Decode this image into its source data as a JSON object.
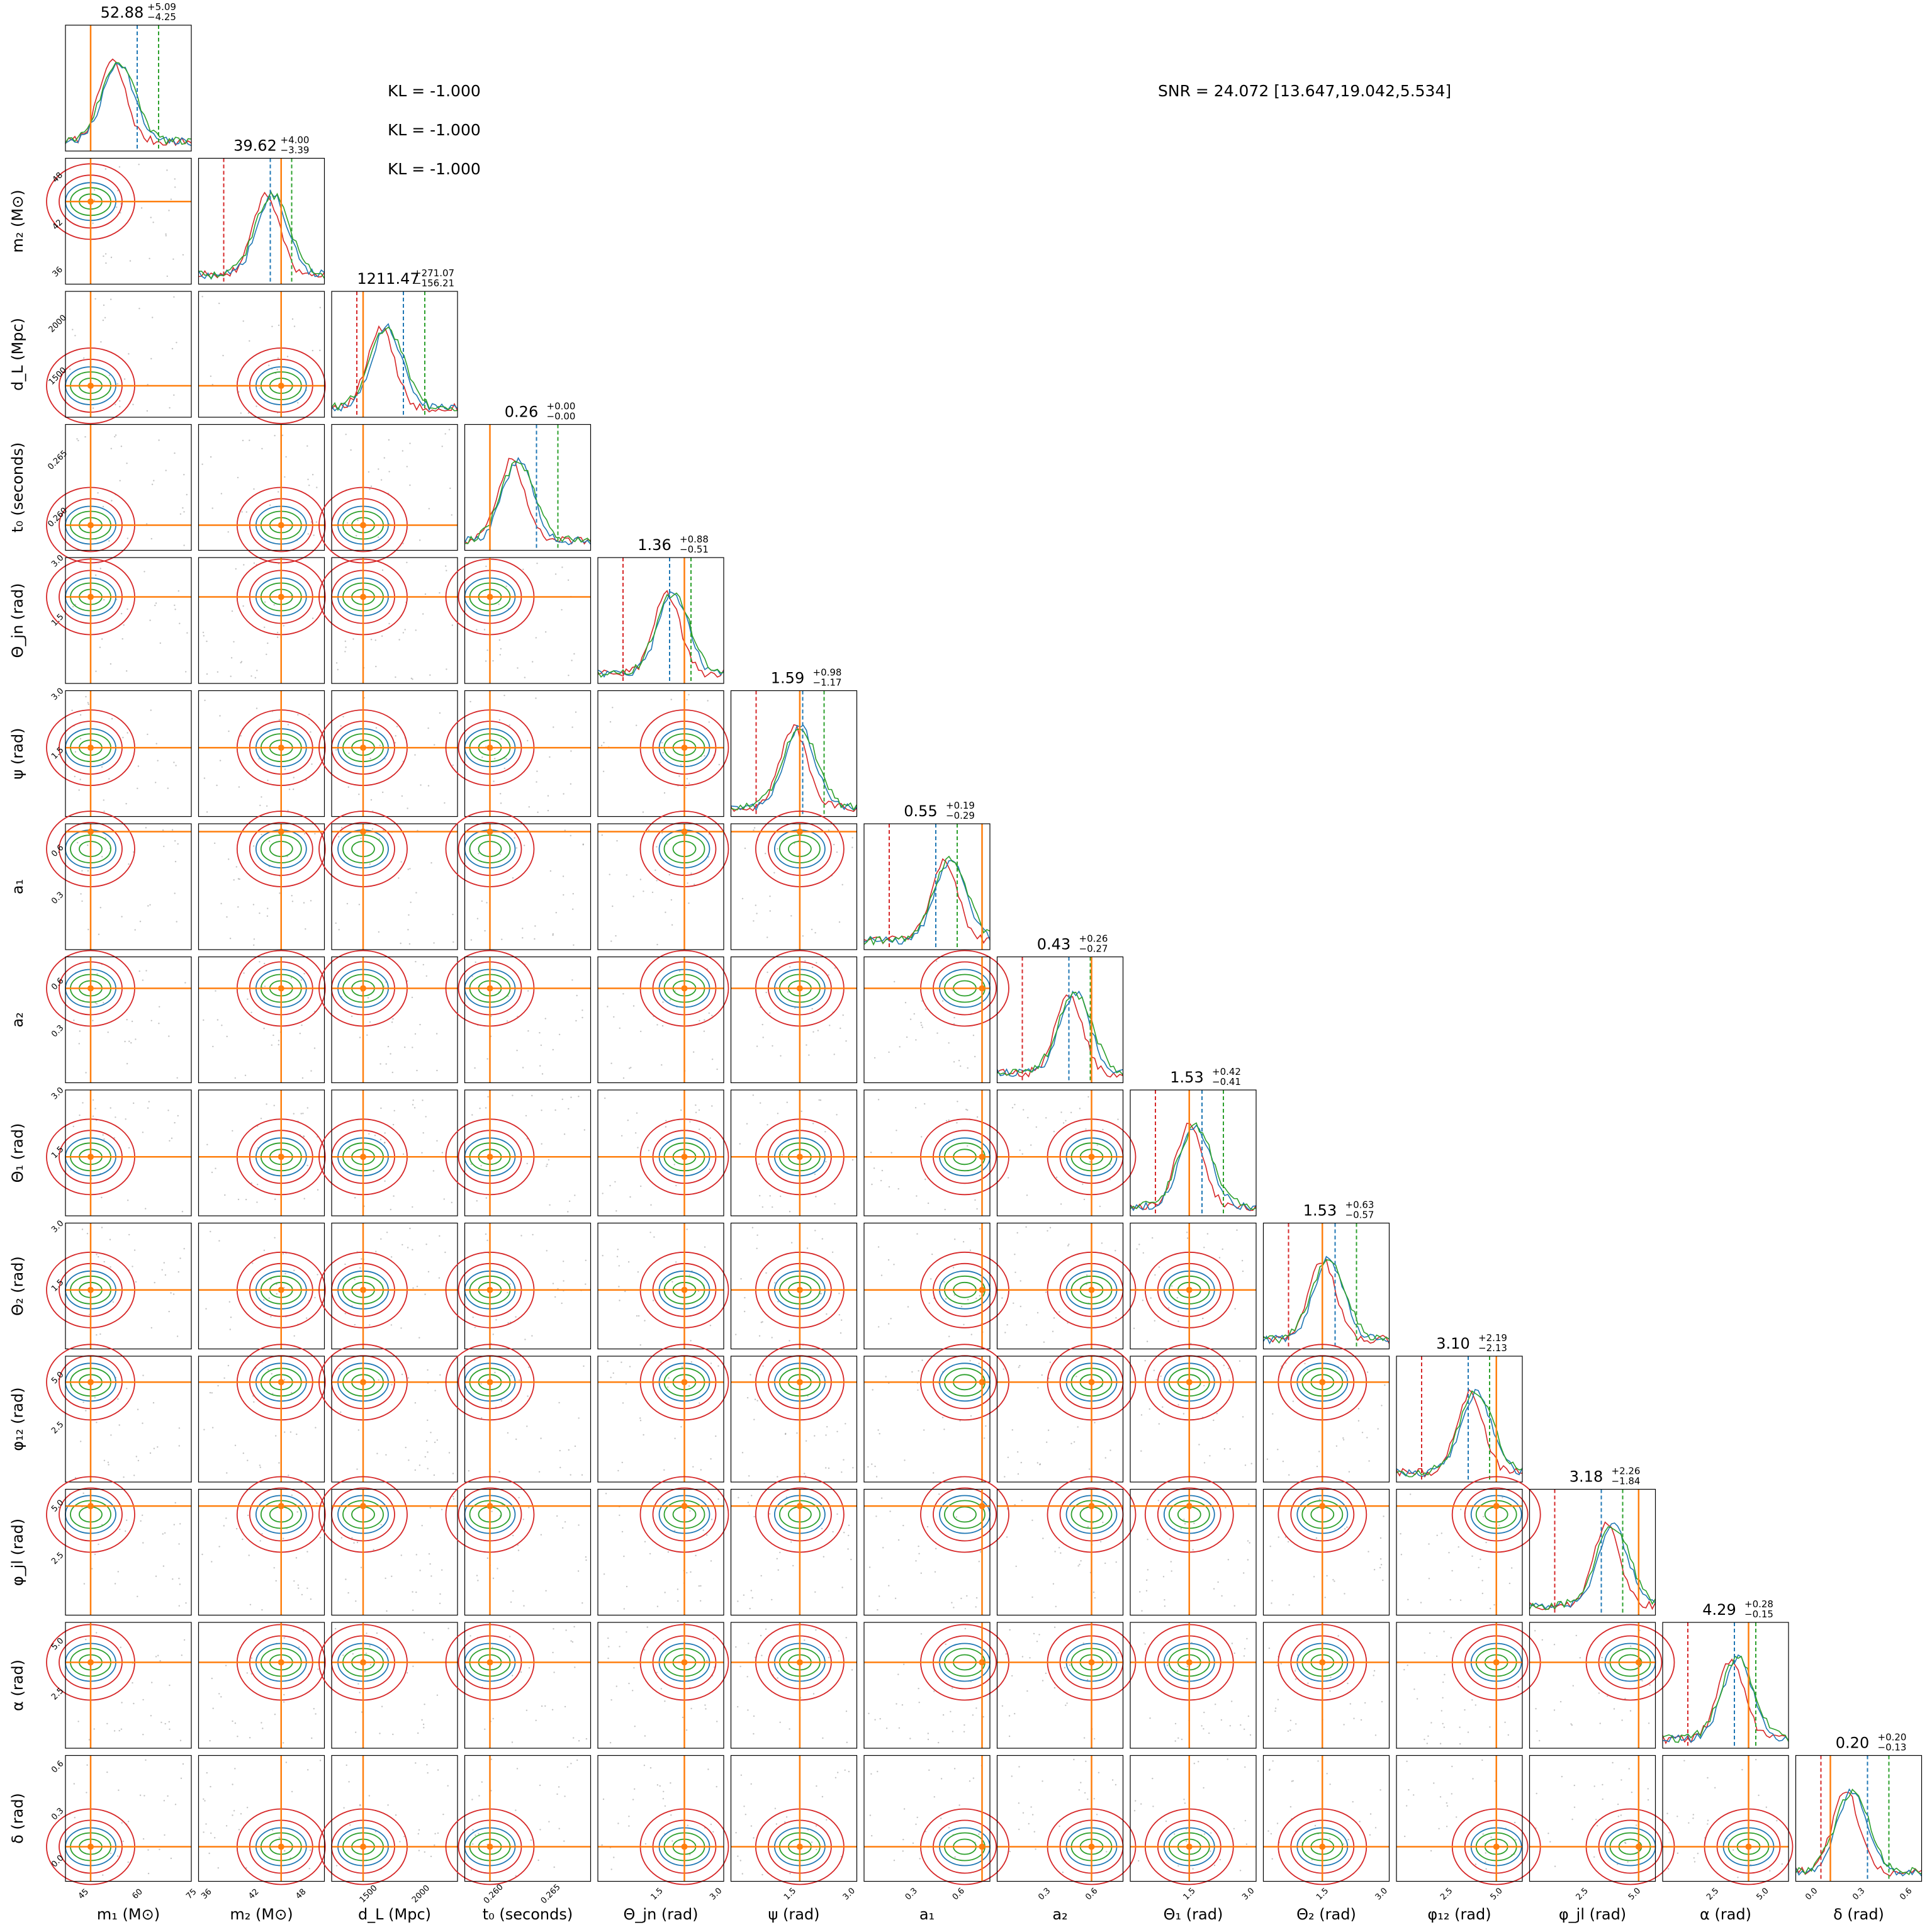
{
  "chart_data": {
    "type": "corner",
    "parameters": [
      {
        "label": "m₁ (M⊙)",
        "ticks": [
          "45",
          "60",
          "75"
        ],
        "tickvals": [
          45,
          60,
          75
        ],
        "range": [
          40,
          75
        ],
        "truth": 47,
        "title": "52.88",
        "err_plus": "+5.09",
        "err_minus": "−4.25"
      },
      {
        "label": "m₂ (M⊙)",
        "ticks": [
          "36",
          "42",
          "48"
        ],
        "tickvals": [
          36,
          42,
          48
        ],
        "range": [
          35,
          51
        ],
        "truth": 45.5,
        "title": "39.62",
        "err_plus": "+4.00",
        "err_minus": "−3.39"
      },
      {
        "label": "d_L (Mpc)",
        "ticks": [
          "1500",
          "2000"
        ],
        "tickvals": [
          1500,
          2000
        ],
        "range": [
          1150,
          2350
        ],
        "truth": 1450,
        "title": "1211.47",
        "err_plus": "+271.07",
        "err_minus": "−156.21"
      },
      {
        "label": "t₀ (seconds)",
        "ticks": [
          "0.260",
          "0.265"
        ],
        "tickvals": [
          0.26,
          0.265
        ],
        "range": [
          0.2575,
          0.2685
        ],
        "truth": 0.2597,
        "title": "0.26",
        "err_plus": "+0.00",
        "err_minus": "−0.00"
      },
      {
        "label": "Θ_jn (rad)",
        "ticks": [
          "1.5",
          "3.0"
        ],
        "tickvals": [
          1.5,
          3.0
        ],
        "range": [
          0.0,
          3.2
        ],
        "truth": 2.2,
        "title": "1.36",
        "err_plus": "+0.88",
        "err_minus": "−0.51"
      },
      {
        "label": "ψ (rad)",
        "ticks": [
          "1.5",
          "3.0"
        ],
        "tickvals": [
          1.5,
          3.0
        ],
        "range": [
          0.0,
          3.2
        ],
        "truth": 1.75,
        "title": "1.59",
        "err_plus": "+0.98",
        "err_minus": "−1.17"
      },
      {
        "label": "a₁",
        "ticks": [
          "0.3",
          "0.6"
        ],
        "tickvals": [
          0.3,
          0.6
        ],
        "range": [
          0.0,
          0.8
        ],
        "truth": 0.75,
        "title": "0.55",
        "err_plus": "+0.19",
        "err_minus": "−0.29"
      },
      {
        "label": "a₂",
        "ticks": [
          "0.3",
          "0.6"
        ],
        "tickvals": [
          0.3,
          0.6
        ],
        "range": [
          0.0,
          0.8
        ],
        "truth": 0.6,
        "title": "0.43",
        "err_plus": "+0.26",
        "err_minus": "−0.27"
      },
      {
        "label": "Θ₁ (rad)",
        "ticks": [
          "1.5",
          "3.0"
        ],
        "tickvals": [
          1.5,
          3.0
        ],
        "range": [
          0.0,
          3.2
        ],
        "truth": 1.5,
        "title": "1.53",
        "err_plus": "+0.42",
        "err_minus": "−0.41"
      },
      {
        "label": "Θ₂ (rad)",
        "ticks": [
          "1.5",
          "3.0"
        ],
        "tickvals": [
          1.5,
          3.0
        ],
        "range": [
          0.0,
          3.2
        ],
        "truth": 1.5,
        "title": "1.53",
        "err_plus": "+0.63",
        "err_minus": "−0.57"
      },
      {
        "label": "φ₁₂ (rad)",
        "ticks": [
          "2.5",
          "5.0"
        ],
        "tickvals": [
          2.5,
          5.0
        ],
        "range": [
          0.0,
          6.3
        ],
        "truth": 5.0,
        "title": "3.10",
        "err_plus": "+2.19",
        "err_minus": "−2.13"
      },
      {
        "label": "φ_jl (rad)",
        "ticks": [
          "2.5",
          "5.0"
        ],
        "tickvals": [
          2.5,
          5.0
        ],
        "range": [
          0.0,
          6.0
        ],
        "truth": 5.2,
        "title": "3.18",
        "err_plus": "+2.26",
        "err_minus": "−1.84"
      },
      {
        "label": "α (rad)",
        "ticks": [
          "2.5",
          "5.0"
        ],
        "tickvals": [
          2.5,
          5.0
        ],
        "range": [
          0.0,
          6.3
        ],
        "truth": 4.3,
        "title": "4.29",
        "err_plus": "+0.28",
        "err_minus": "−0.15"
      },
      {
        "label": "δ (rad)",
        "ticks": [
          "0.0",
          "0.3",
          "0.6"
        ],
        "tickvals": [
          0.0,
          0.3,
          0.6
        ],
        "range": [
          -0.1,
          0.7
        ],
        "truth": 0.12,
        "title": "0.20",
        "err_plus": "+0.20",
        "err_minus": "−0.13"
      }
    ],
    "series": [
      {
        "color": "#d62728"
      },
      {
        "color": "#1f77b4"
      },
      {
        "color": "#2ca02c"
      }
    ],
    "truth_color": "#ff7f0e",
    "annotations": {
      "kl": [
        "KL = -1.000",
        "KL = -1.000",
        "KL = -1.000"
      ],
      "snr": "SNR = 24.072 [13.647,19.042,5.534]"
    }
  }
}
